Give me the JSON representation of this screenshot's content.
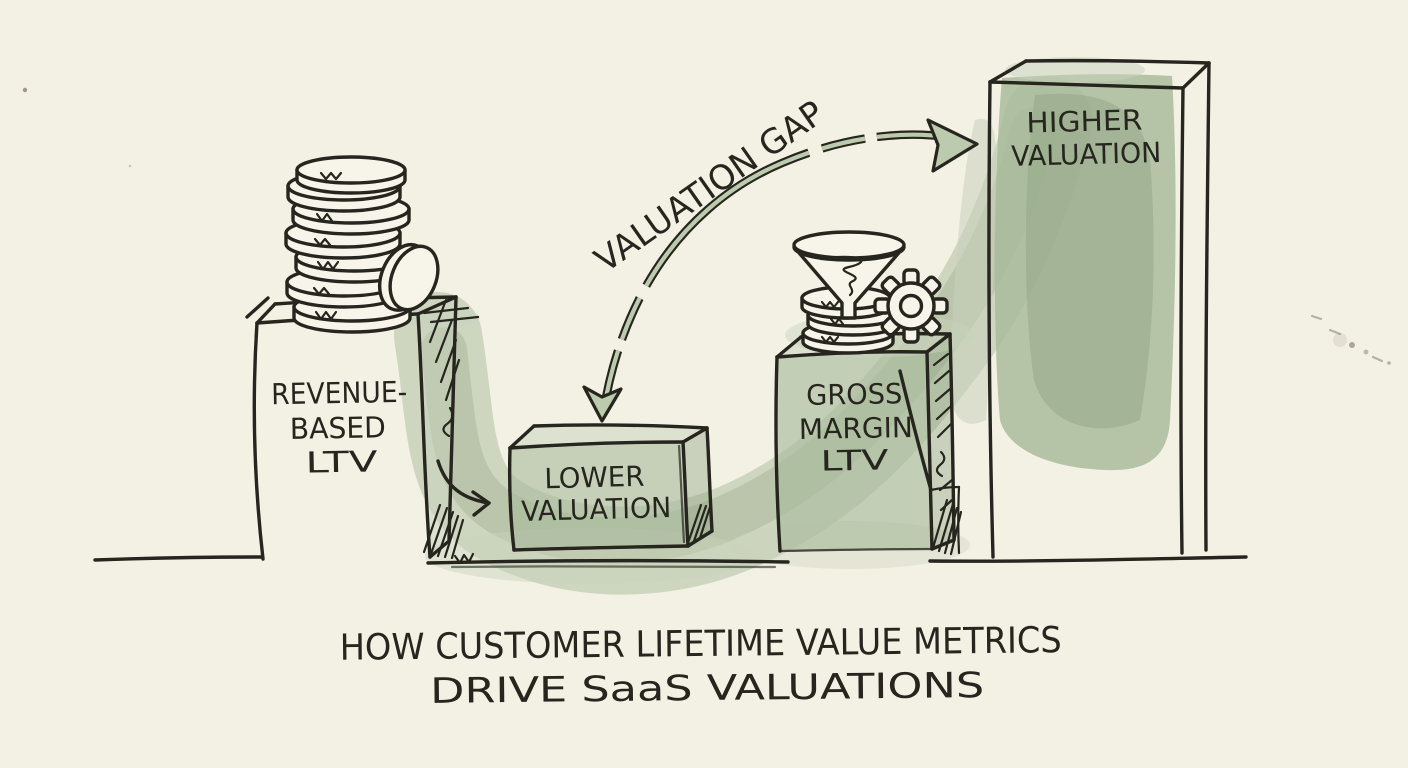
{
  "figure": {
    "title_line1": "HOW CUSTOMER LIFETIME VALUE METRICS",
    "title_line2": "DRIVE SaaS VALUATIONS"
  },
  "blocks": {
    "revenue": {
      "lines": [
        "REVENUE-",
        "BASED",
        "LTV"
      ]
    },
    "lower": {
      "lines": [
        "LOWER",
        "VALUATION"
      ]
    },
    "gross": {
      "lines": [
        "GROSS",
        "MARGIN",
        "LTV"
      ]
    },
    "higher": {
      "lines": [
        "HIGHER",
        "VALUATION"
      ]
    }
  },
  "annotations": {
    "valuation_gap": "VALUATION GAP"
  },
  "icons": [
    "coin-stack-icon",
    "tilted-coin-icon",
    "coin-stack-small-icon",
    "funnel-icon",
    "gear-icon",
    "flow-arrow-icon",
    "arrowhead-down-icon",
    "arrowhead-right-icon"
  ],
  "colors": {
    "paper": "#f3f0e4",
    "paper_fill": "#f7f4e9",
    "ink": "#26251e",
    "wash_light": "#c8d2bb",
    "wash_mid": "#a9bb9c",
    "wash_dark": "#8aa07c",
    "arrow_green": "#bccbad"
  }
}
